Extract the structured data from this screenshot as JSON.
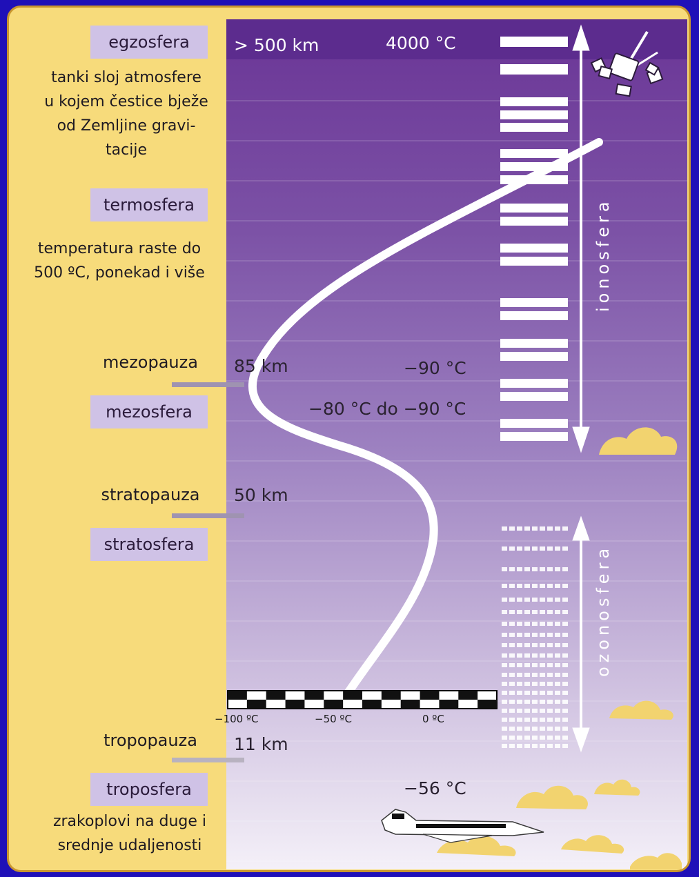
{
  "layers": [
    {
      "id": "egzosfera",
      "name": "egzosfera",
      "description": "tanki sloj atmosfere u kojem čestice bježe od Zemljine gravi- tacije"
    },
    {
      "id": "termosfera",
      "name": "termosfera",
      "description": "temperatura raste do 500 ºC, ponekad i više"
    },
    {
      "id": "mezopauza",
      "name": "mezopauza"
    },
    {
      "id": "mezosfera",
      "name": "mezosfera"
    },
    {
      "id": "stratopauza",
      "name": "stratopauza"
    },
    {
      "id": "stratosfera",
      "name": "stratosfera"
    },
    {
      "id": "tropopauza",
      "name": "tropopauza"
    },
    {
      "id": "troposfera",
      "name": "troposfera",
      "description": "zrakoplovi na duge i srednje udaljenosti"
    }
  ],
  "desc_lines": {
    "egzosfera": [
      "tanki sloj atmosfere",
      "u kojem čestice bježe",
      "od Zemljine gravi-",
      "tacije"
    ],
    "termosfera": [
      "temperatura raste do",
      "500 ºC, ponekad i više"
    ],
    "troposfera": [
      "zrakoplovi na duge i",
      "srednje udaljenosti"
    ]
  },
  "altitudes": {
    "top": "> 500 km",
    "mezopauza": "85 km",
    "stratopauza": "50 km",
    "tropopauza": "11 km"
  },
  "temperatures": {
    "top": "4000 °C",
    "mezopauza": "−90 °C",
    "mezosfera": "−80 °C do −90 °C",
    "troposfera": "−56 °C"
  },
  "scale_labels": [
    "−100 ºC",
    "−50 ºC",
    "0 ºC"
  ],
  "regions": {
    "ionosfera": "ionosfera",
    "ozonosfera": "ozonosfera"
  },
  "colors": {
    "background": "#1f10b8",
    "panel": "#f7db7b",
    "tag": "#cfc2e6",
    "sky_top": "#5a2b8c",
    "sky_bottom": "#f3eff8",
    "curve": "#ffffff",
    "cloud": "#f2d36f"
  },
  "icons": [
    "satellite-icon",
    "airplane-icon",
    "cloud-icon"
  ]
}
